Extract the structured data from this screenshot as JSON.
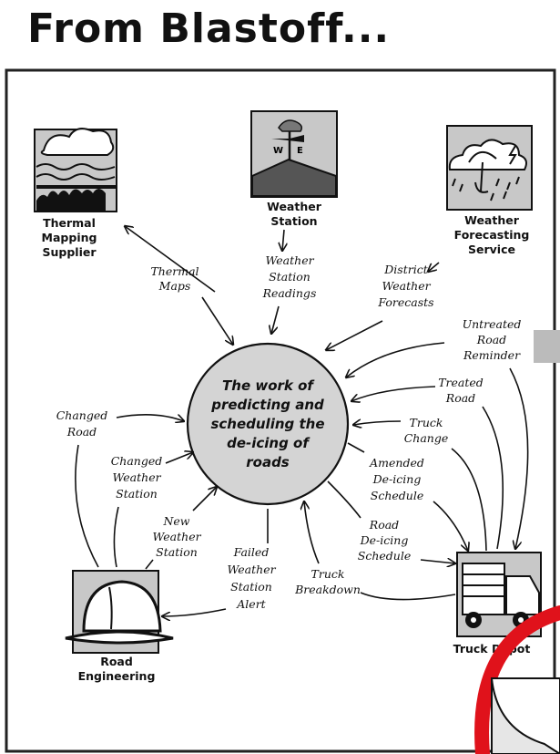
{
  "title": "From Blastoff...",
  "process": {
    "lines": [
      "The work of",
      "predicting and",
      "scheduling the",
      "de-icing of",
      "roads"
    ]
  },
  "terminators": {
    "thermal_mapping_supplier": [
      "Thermal",
      "Mapping",
      "Supplier"
    ],
    "weather_station": [
      "Weather",
      "Station"
    ],
    "weather_forecasting_service": [
      "Weather",
      "Forecasting",
      "Service"
    ],
    "road_engineering": [
      "Road",
      "Engineering"
    ],
    "truck_depot": [
      "Truck Depot"
    ]
  },
  "flows": {
    "thermal_maps": [
      "Thermal",
      "Maps"
    ],
    "weather_station_readings": [
      "Weather",
      "Station",
      "Readings"
    ],
    "district_weather_forecasts": [
      "District",
      "Weather",
      "Forecasts"
    ],
    "untreated_road_reminder": [
      "Untreated",
      "Road",
      "Reminder"
    ],
    "treated_road": [
      "Treated",
      "Road"
    ],
    "truck_change": [
      "Truck",
      "Change"
    ],
    "amended_deicing_schedule": [
      "Amended",
      "De-icing",
      "Schedule"
    ],
    "road_deicing_schedule": [
      "Road",
      "De-icing",
      "Schedule"
    ],
    "truck_breakdown": [
      "Truck",
      "Breakdown"
    ],
    "failed_weather_station_alert": [
      "Failed",
      "Weather",
      "Station",
      "Alert"
    ],
    "new_weather_station": [
      "New",
      "Weather",
      "Station"
    ],
    "changed_weather_station": [
      "Changed",
      "Weather",
      "Station"
    ],
    "changed_road": [
      "Changed",
      "Road"
    ]
  }
}
